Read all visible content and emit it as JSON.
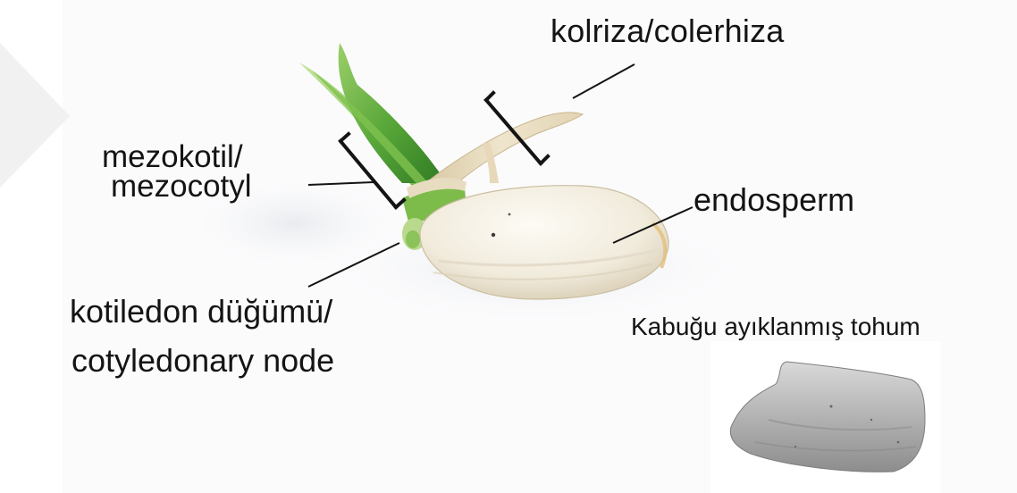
{
  "labels": {
    "coleorhiza": "kolriza/colerhiza",
    "mesocotyl_line1": "mezokotil/",
    "mesocotyl_line2": "mezocotyl",
    "endosperm": "endosperm",
    "node_line1": "kotiledon düğümü/",
    "node_line2": "cotyledonary node",
    "dehulled_seed": "Kabuğu ayıklanmış tohum"
  },
  "colors": {
    "background": "#ffffff",
    "shadow": "#f2f3f5",
    "seed_body": "#f4efe2",
    "seed_shade": "#d9cfb8",
    "shoot_green": "#5aa83a",
    "root_cream": "#e9dcc0",
    "leader_line": "#141414",
    "inset_grain": "#a8a8a8"
  }
}
